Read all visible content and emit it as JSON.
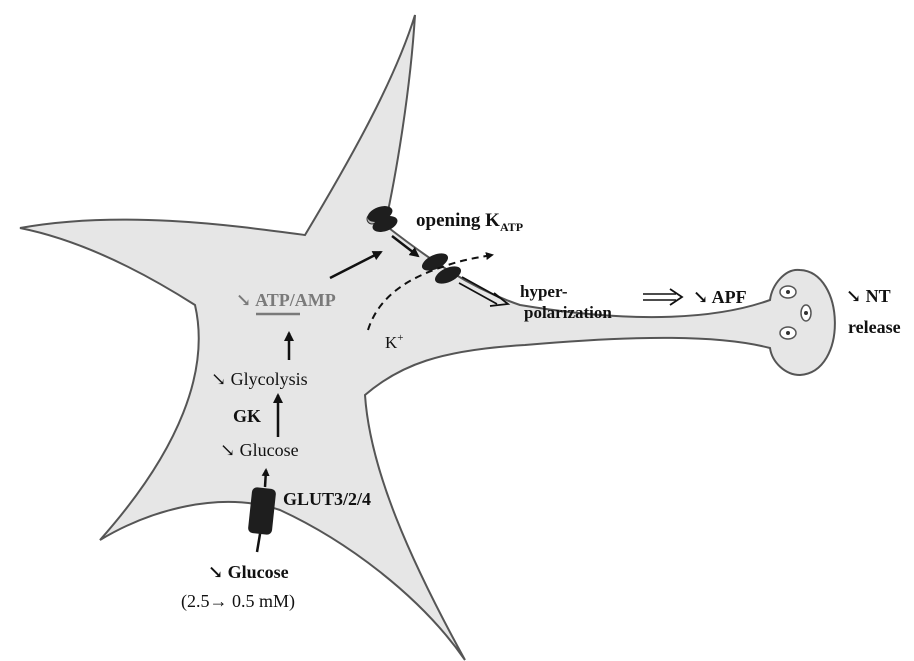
{
  "labels": {
    "katp_open_prefix": "opening K",
    "katp_open_sub": "ATP",
    "atp": "ATP",
    "atp_sep": "/AMP",
    "atp_arrow": "↘",
    "k_ion": "K",
    "k_ion_sup": "+",
    "hyper_line1": "hyper-",
    "hyper_line2": "polarization",
    "apf": "↘ APF",
    "nt_line1": "↘ NT",
    "nt_line2": "release",
    "glycolysis": "↘ Glycolysis",
    "gk": "GK",
    "glucose_intra": "↘ Glucose",
    "glut": "GLUT3/2/4",
    "glucose_extra": "↘ Glucose",
    "glucose_conc": "(2.5→ 0.5 mM)"
  },
  "colors": {
    "cell_fill": "#e6e6e6",
    "outline": "#555555",
    "channel": "#1e1e1e",
    "text": "#111111",
    "grey_text": "#7a7a7a"
  }
}
